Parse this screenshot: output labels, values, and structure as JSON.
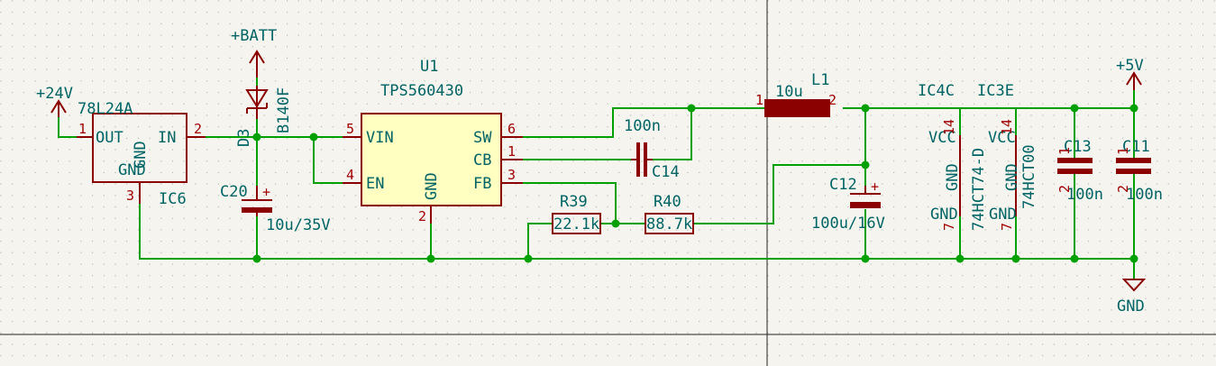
{
  "power": {
    "v24": "+24V",
    "batt": "+BATT",
    "v5": "+5V",
    "gnd": "GND"
  },
  "ic6": {
    "value": "78L24A",
    "ref": "IC6",
    "pin_out": "OUT",
    "pin_in": "IN",
    "pin_gnd": "GND",
    "pin_gnd_v": "GND",
    "num_out": "1",
    "num_in": "2",
    "num_gnd": "3"
  },
  "d3": {
    "ref": "D3",
    "value": "B140F"
  },
  "c20": {
    "ref": "C20",
    "value": "10u/35V",
    "plus": "+"
  },
  "u1": {
    "ref": "U1",
    "value": "TPS560430",
    "pins": {
      "vin": "VIN",
      "en": "EN",
      "gnd": "GND",
      "sw": "SW",
      "cb": "CB",
      "fb": "FB"
    },
    "nums": {
      "vin": "5",
      "en": "4",
      "gnd": "2",
      "sw": "6",
      "cb": "1",
      "fb": "3"
    }
  },
  "c14": {
    "ref": "C14",
    "value": "100n"
  },
  "r39": {
    "ref": "R39",
    "value": "22.1k"
  },
  "r40": {
    "ref": "R40",
    "value": "88.7k"
  },
  "l1": {
    "ref": "L1",
    "value": "10u",
    "pin1": "1",
    "pin2": "2"
  },
  "c12": {
    "ref": "C12",
    "value": "100u/16V",
    "plus": "+"
  },
  "ic4c": {
    "ref": "IC4C",
    "value": "74HCT74-D",
    "vcc": "VCC",
    "gnd": "GND",
    "pin_vcc": "14",
    "pin_gnd": "7",
    "overlap": "GND"
  },
  "ic3e": {
    "ref": "IC3E",
    "value": "74HCT00",
    "vcc": "VCC",
    "gnd": "GND",
    "pin_vcc": "14",
    "pin_gnd": "7",
    "overlap": "GND"
  },
  "c13": {
    "ref": "C13",
    "value": "100n",
    "pin1": "1",
    "pin2": "2"
  },
  "c11": {
    "ref": "C11",
    "value": "100n",
    "pin1": "1",
    "pin2": "2"
  },
  "colors": {
    "background": "#f5f4ef",
    "wire": "#00a000",
    "symbol": "#8b0000",
    "symbol_fill": "#ffffc2",
    "text": "#006464",
    "pin_number": "#a00000"
  }
}
